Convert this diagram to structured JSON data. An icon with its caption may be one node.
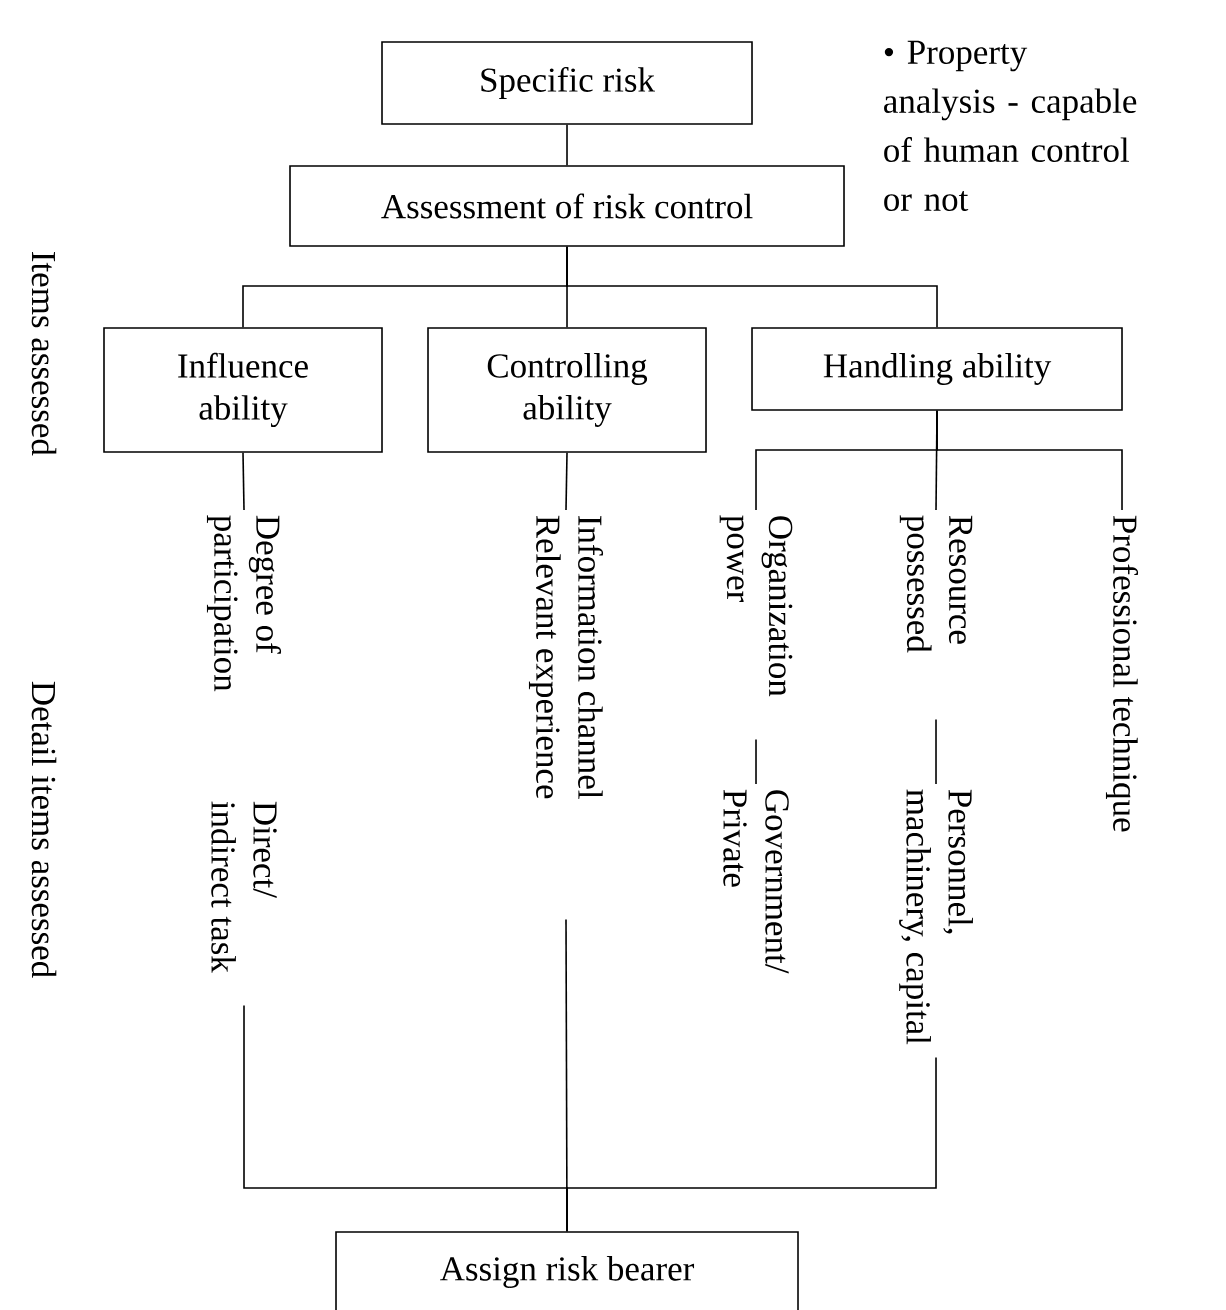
{
  "diagram": {
    "nodes": [
      {
        "text": [
          "Specific risk"
        ]
      },
      {
        "text": [
          "Assessment of risk control"
        ]
      },
      {
        "text": [
          "Influence ability"
        ]
      },
      {
        "text": [
          "Controlling ability"
        ]
      },
      {
        "text": [
          "Handling ability"
        ]
      },
      {
        "text": [
          "Degree of participation"
        ]
      },
      {
        "text": [
          "Direct/ indirect task"
        ]
      },
      {
        "text": [
          "Information channel",
          "Relevant experience"
        ]
      },
      {
        "text": [
          "Organization power"
        ]
      },
      {
        "text": [
          "Government/ Private"
        ]
      },
      {
        "text": [
          "Resource possessed"
        ]
      },
      {
        "text": [
          "Personnel, machinery, capital"
        ]
      },
      {
        "text": [
          "Professional technique"
        ]
      },
      {
        "text": [
          "Assign risk bearer"
        ]
      }
    ],
    "edges": [
      {
        "from": 0,
        "to": 1,
        "arrow": "none"
      },
      {
        "from": 1,
        "to": 2,
        "arrow": "none"
      },
      {
        "from": 1,
        "to": 3,
        "arrow": "none"
      },
      {
        "from": 1,
        "to": 4,
        "arrow": "none"
      },
      {
        "from": 2,
        "to": 5,
        "arrow": "none"
      },
      {
        "from": 3,
        "to": 7,
        "arrow": "none"
      },
      {
        "from": 4,
        "to": 8,
        "arrow": "none"
      },
      {
        "from": 4,
        "to": 10,
        "arrow": "none"
      },
      {
        "from": 4,
        "to": 12,
        "arrow": "none"
      },
      {
        "from": 8,
        "to": 9,
        "arrow": "none"
      },
      {
        "from": 10,
        "to": 11,
        "arrow": "none"
      },
      {
        "from": 6,
        "to": 13,
        "arrow": "none"
      },
      {
        "from": 7,
        "to": 13,
        "arrow": "none"
      },
      {
        "from": 11,
        "to": 13,
        "arrow": "none"
      }
    ],
    "labels": [
      "• Property analysis - capable of human control or not",
      "Items assessed",
      "Detail items assessed"
    ]
  }
}
